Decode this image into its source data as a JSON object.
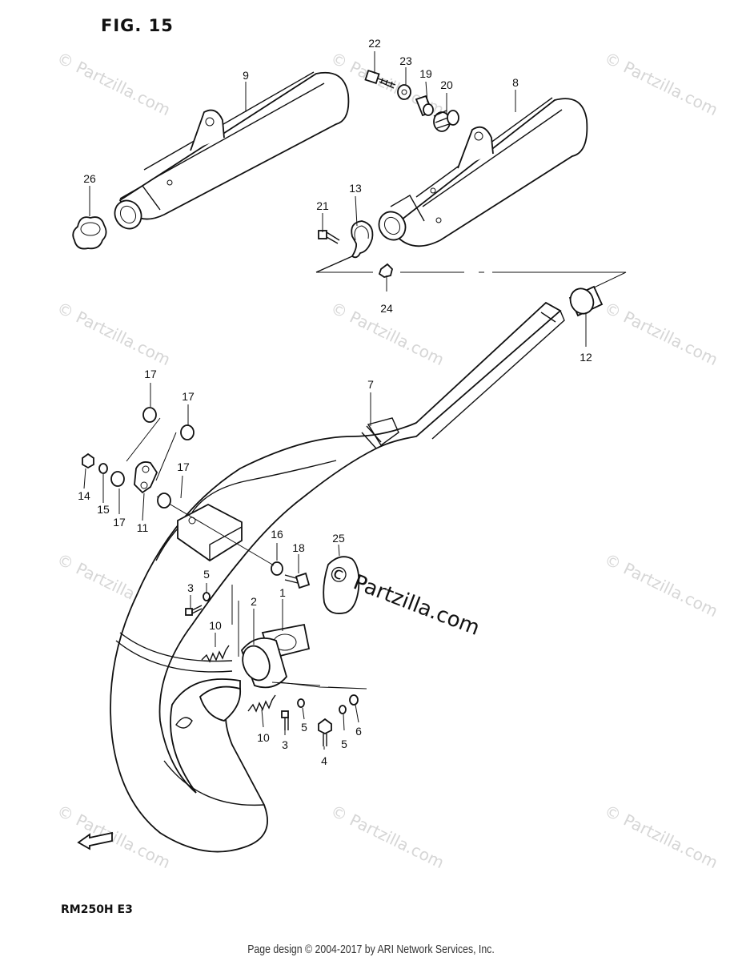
{
  "figure": {
    "title": "FIG. 15",
    "model": "RM250H E3",
    "brand_mark": "© Partzilla.com",
    "watermark": "© Partzilla.com",
    "footer": "Page design © 2004-2017 by ARI Network Services, Inc."
  },
  "callouts": [
    {
      "id": "c22",
      "text": "22"
    },
    {
      "id": "c23",
      "text": "23"
    },
    {
      "id": "c19",
      "text": "19"
    },
    {
      "id": "c20",
      "text": "20"
    },
    {
      "id": "c9",
      "text": "9"
    },
    {
      "id": "c8",
      "text": "8"
    },
    {
      "id": "c26",
      "text": "26"
    },
    {
      "id": "c21",
      "text": "21"
    },
    {
      "id": "c13",
      "text": "13"
    },
    {
      "id": "c24",
      "text": "24"
    },
    {
      "id": "c12",
      "text": "12"
    },
    {
      "id": "c7",
      "text": "7"
    },
    {
      "id": "c17a",
      "text": "17"
    },
    {
      "id": "c17b",
      "text": "17"
    },
    {
      "id": "c17c",
      "text": "17"
    },
    {
      "id": "c17d",
      "text": "17"
    },
    {
      "id": "c14",
      "text": "14"
    },
    {
      "id": "c15",
      "text": "15"
    },
    {
      "id": "c11",
      "text": "11"
    },
    {
      "id": "c16",
      "text": "16"
    },
    {
      "id": "c18",
      "text": "18"
    },
    {
      "id": "c25",
      "text": "25"
    },
    {
      "id": "c3a",
      "text": "3"
    },
    {
      "id": "c5a",
      "text": "5"
    },
    {
      "id": "c2",
      "text": "2"
    },
    {
      "id": "c1",
      "text": "1"
    },
    {
      "id": "c10a",
      "text": "10"
    },
    {
      "id": "c10b",
      "text": "10"
    },
    {
      "id": "c3b",
      "text": "3"
    },
    {
      "id": "c5b",
      "text": "5"
    },
    {
      "id": "c4",
      "text": "4"
    },
    {
      "id": "c5c",
      "text": "5"
    },
    {
      "id": "c6",
      "text": "6"
    }
  ],
  "fwd_label": "FWD"
}
